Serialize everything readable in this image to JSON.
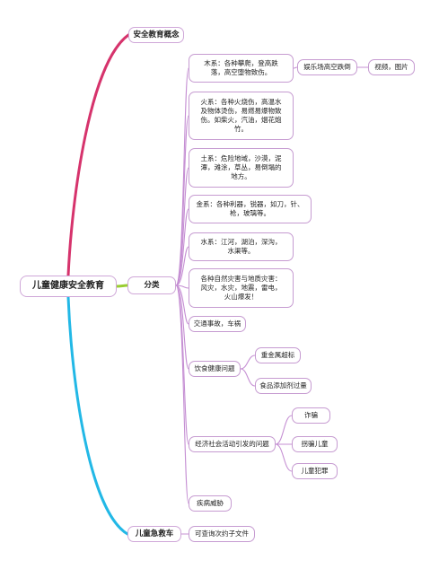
{
  "root": {
    "label": "儿童健康安全教育"
  },
  "concept": {
    "label": "安全教育概念"
  },
  "category": {
    "label": "分类",
    "items": {
      "wood": "木系：各种攀爬，登高跌\n落，高空堕物致伤。",
      "fire": "火系：各种火烧伤，高温水\n及物体烫伤，易燃易爆物致\n伤。如柴火，汽油，烟花炮\n竹。",
      "earth": "土系：危险地域，沙漠，泥\n潭，滩涂，草丛，易倒塌的\n地方。",
      "metal": "金系：各种利器，锐器，如刀，针、\n枪，玻璃等。",
      "water": "水系：江河，湖泊，深沟，\n水渠等。",
      "disaster": "各种自然灾害与地质灾害：\n风灾，水灾，地震，雷电，\n火山爆发！",
      "traffic": "交通事故，车祸",
      "food": "饮食健康问题",
      "economic": "经济社会活动引发的问题",
      "disease": "疾病威胁"
    },
    "amusement": "娱乐场高空跌倒",
    "media": "视频，图片",
    "food_children": {
      "heavy_metal": "重金属超标",
      "additive": "食品添加剂过量"
    },
    "economic_children": {
      "fraud": "诈骗",
      "abduction": "拐骗儿童",
      "crime": "儿童犯罪"
    }
  },
  "emergency": {
    "label": "儿童急救车",
    "file": "可查询次约子文件"
  },
  "colors": {
    "concept_branch": "#d6336c",
    "category_branch": "#9acd32",
    "emergency_branch": "#22b8e6",
    "leaf_link": "#c58fd3",
    "node_border": "#c69bd1"
  }
}
